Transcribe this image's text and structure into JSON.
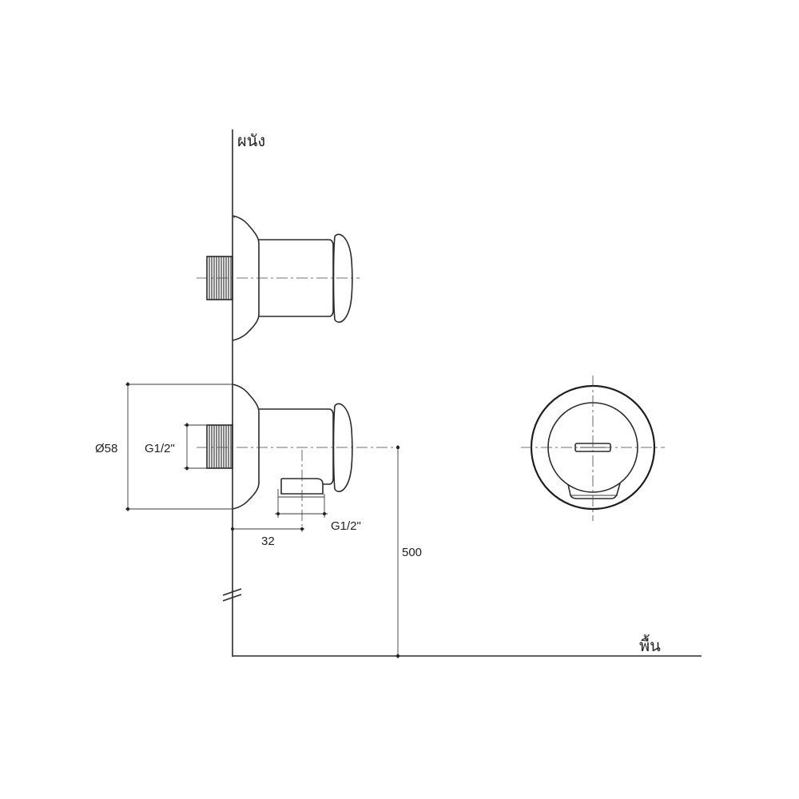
{
  "labels": {
    "wall": "ผนัง",
    "floor": "พื้น",
    "diameter": "Ø58",
    "inlet_thread": "G1/2\"",
    "outlet_thread": "G1/2\"",
    "offset": "32",
    "height": "500"
  }
}
